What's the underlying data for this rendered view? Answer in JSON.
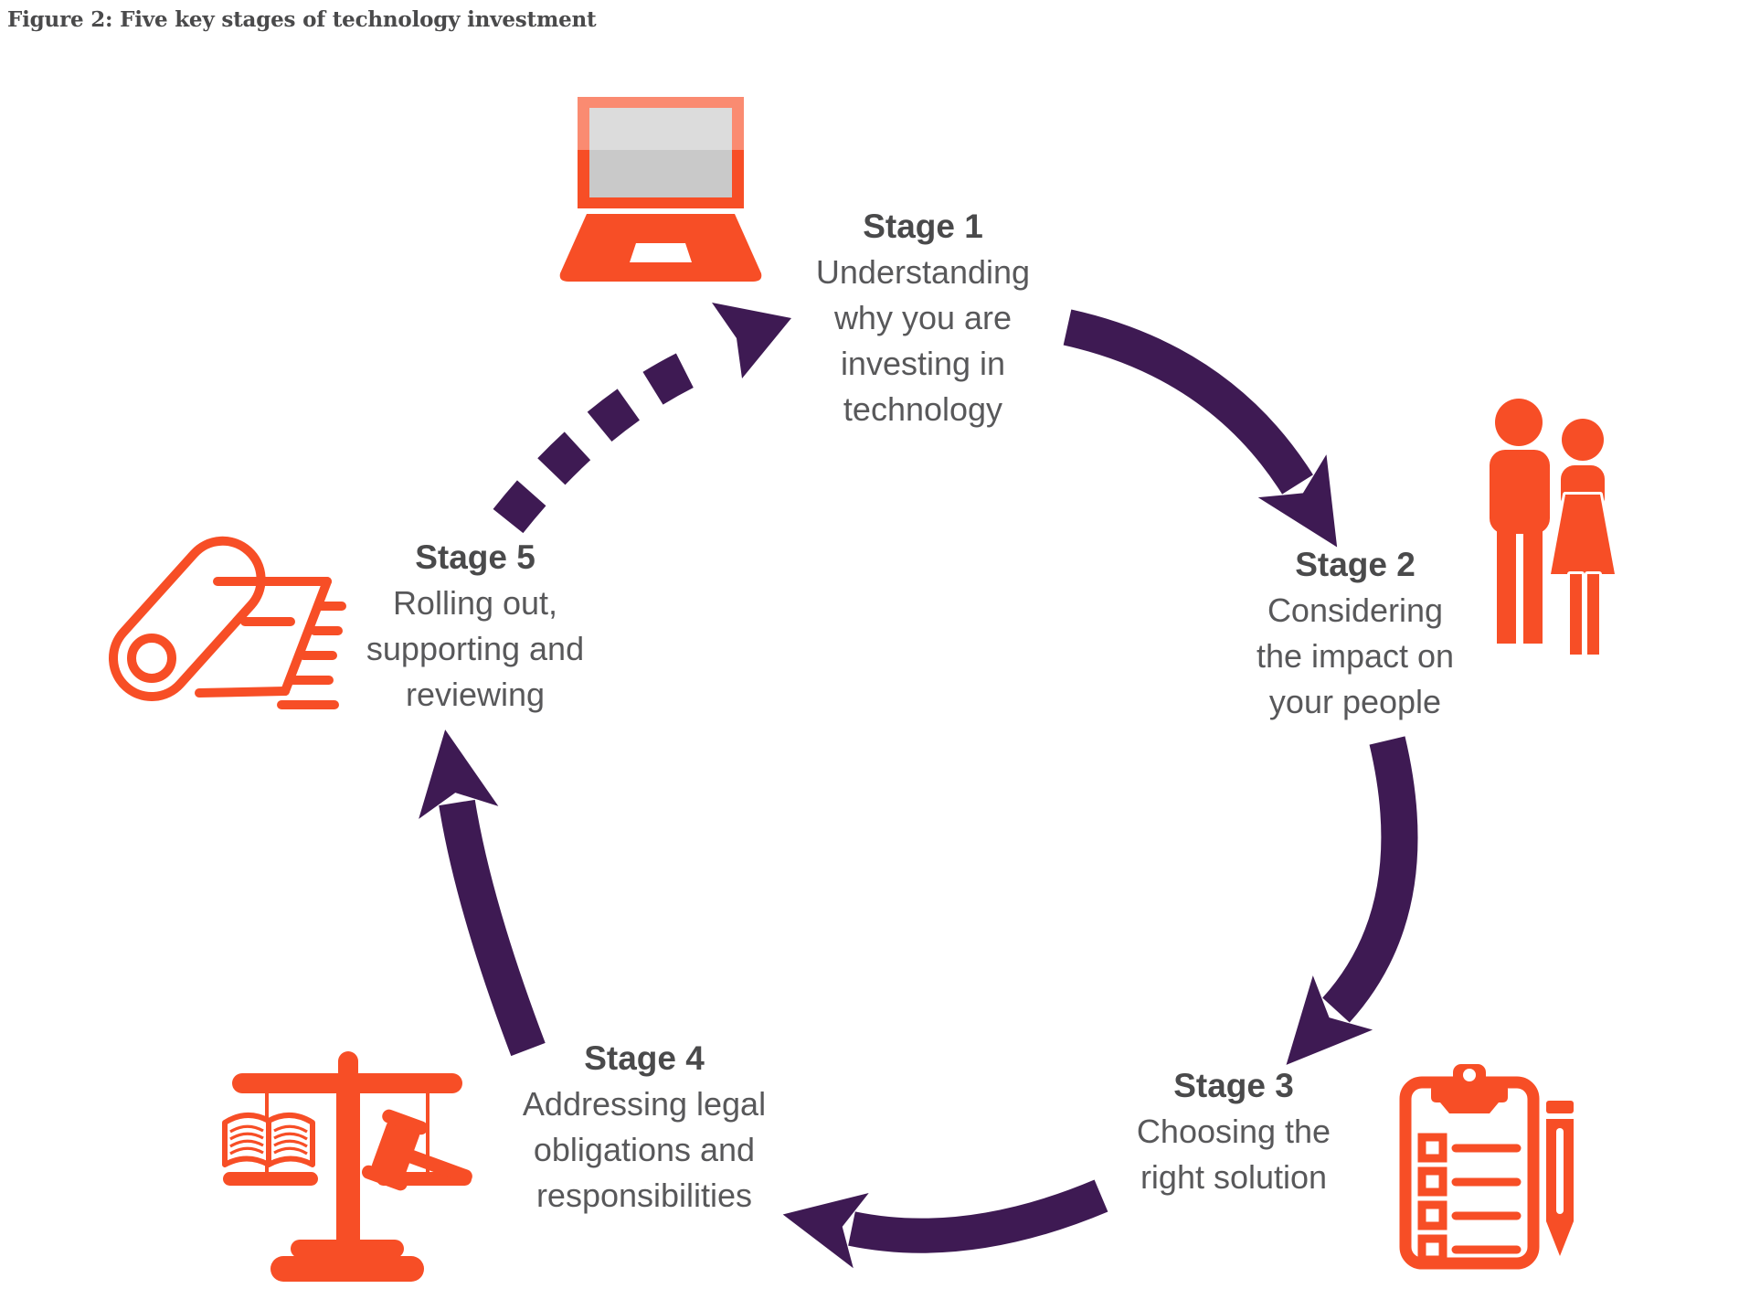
{
  "figure": {
    "title": "Figure 2: Five key stages of technology investment"
  },
  "colors": {
    "orange": "#F74E26",
    "purple": "#3E1A53",
    "text": "#4A4A4B",
    "textlight": "#58585A",
    "screen": "#C9C9C9"
  },
  "diagram_type": "circular-cycle",
  "stages": [
    {
      "label": "Stage 1",
      "description": "Understanding\nwhy you are\ninvesting in\ntechnology",
      "icon": "laptop-icon"
    },
    {
      "label": "Stage 2",
      "description": "Considering\nthe impact on\nyour people",
      "icon": "people-icon"
    },
    {
      "label": "Stage 3",
      "description": "Choosing the\nright solution",
      "icon": "clipboard-checklist-icon"
    },
    {
      "label": "Stage 4",
      "description": "Addressing legal\nobligations and\nresponsibilities",
      "icon": "scales-of-justice-icon"
    },
    {
      "label": "Stage 5",
      "description": "Rolling out,\nsupporting and\nreviewing",
      "icon": "rollout-carpet-icon"
    }
  ],
  "connections": [
    {
      "from": "Stage 1",
      "to": "Stage 2",
      "style": "solid"
    },
    {
      "from": "Stage 2",
      "to": "Stage 3",
      "style": "solid"
    },
    {
      "from": "Stage 3",
      "to": "Stage 4",
      "style": "solid"
    },
    {
      "from": "Stage 4",
      "to": "Stage 5",
      "style": "solid"
    },
    {
      "from": "Stage 5",
      "to": "Stage 1",
      "style": "dashed"
    }
  ]
}
